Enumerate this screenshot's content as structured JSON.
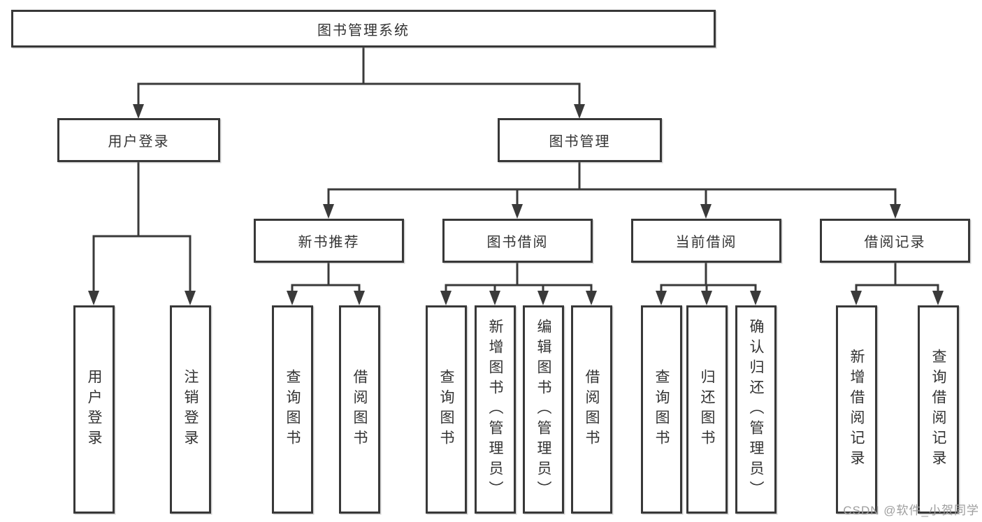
{
  "colors": {
    "line": "#3a3a3a",
    "box_border": "#383838",
    "text": "#333333",
    "background": "#ffffff",
    "watermark": "#9e9e9e"
  },
  "watermark": {
    "text": "CSDN @软件_小贺同学"
  },
  "nodes": {
    "root": {
      "label": "图书管理系统"
    },
    "user_login": {
      "label": "用户登录"
    },
    "book_management": {
      "label": "图书管理"
    },
    "new_book_recommend": {
      "label": "新书推荐"
    },
    "book_borrowing": {
      "label": "图书借阅"
    },
    "current_borrowing": {
      "label": "当前借阅"
    },
    "borrowing_records": {
      "label": "借阅记录"
    },
    "login_user_login": {
      "label": "用户登录"
    },
    "login_logout": {
      "label": "注销登录"
    },
    "recommend_query_books": {
      "label": "查询图书"
    },
    "recommend_borrow_books": {
      "label": "借阅图书"
    },
    "borrowing_query_books": {
      "label": "查询图书"
    },
    "borrowing_add_books": {
      "label": "新增图书（管理员）"
    },
    "borrowing_edit_books": {
      "label": "编辑图书（管理员）"
    },
    "borrowing_borrow_books": {
      "label": "借阅图书"
    },
    "current_query_books": {
      "label": "查询图书"
    },
    "current_return_books": {
      "label": "归还图书"
    },
    "current_confirm_return": {
      "label": "确认归还（管理员）"
    },
    "records_add_record": {
      "label": "新增借阅记录"
    },
    "records_query_record": {
      "label": "查询借阅记录"
    }
  },
  "hierarchy": {
    "图书管理系统": {
      "用户登录": [
        "用户登录",
        "注销登录"
      ],
      "图书管理": {
        "新书推荐": [
          "查询图书",
          "借阅图书"
        ],
        "图书借阅": [
          "查询图书",
          "新增图书（管理员）",
          "编辑图书（管理员）",
          "借阅图书"
        ],
        "当前借阅": [
          "查询图书",
          "归还图书",
          "确认归还（管理员）"
        ],
        "借阅记录": [
          "新增借阅记录",
          "查询借阅记录"
        ]
      }
    }
  }
}
